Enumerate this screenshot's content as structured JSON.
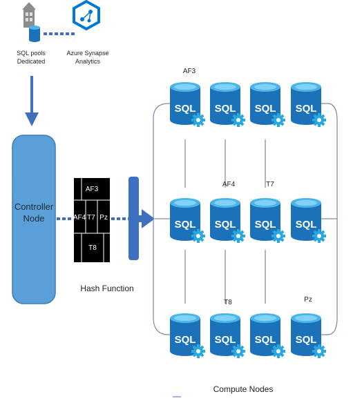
{
  "top": {
    "sql_pools_label_line1": "SQL pools",
    "sql_pools_label_line2": "Dedicated",
    "synapse_label_line1": "Azure Synapse",
    "synapse_label_line2": "Analytics"
  },
  "controller": {
    "label_line1": "Controller",
    "label_line2": "Node"
  },
  "hash": {
    "cells": {
      "top": "AF3",
      "left": "AF4",
      "center": "T7",
      "right": "Pz",
      "bottom": "T8"
    },
    "caption": "Hash Function"
  },
  "compute": {
    "caption": "Compute Nodes",
    "db_text": "SQL",
    "tags": {
      "af3": "AF3",
      "af4": "AF4",
      "t7": "T7",
      "t8": "T8",
      "pz": "Pz"
    }
  },
  "colors": {
    "controller_fill": "#5a9fd8",
    "arrow": "#3f6fbf",
    "db_body": "#1c72b8",
    "db_top": "#4bb4e8",
    "gear": "#29a8e0"
  }
}
